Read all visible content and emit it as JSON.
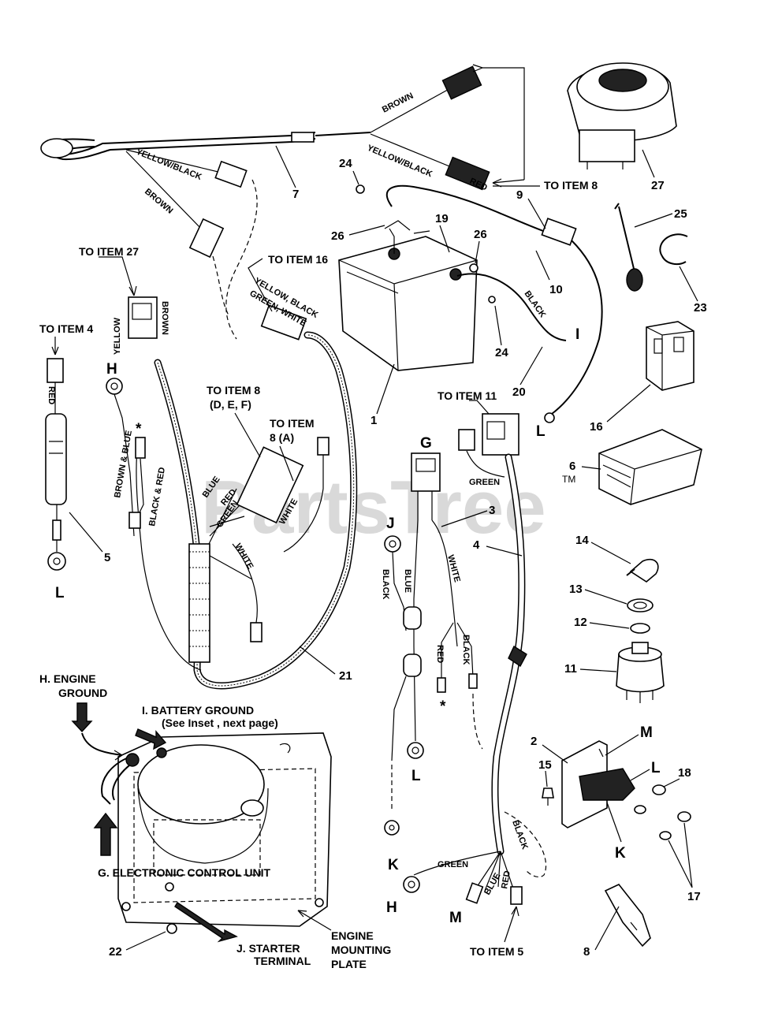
{
  "watermark": "PartsTree",
  "trademark": "TM",
  "callouts": {
    "n1": "1",
    "n2": "2",
    "n3": "3",
    "n4": "4",
    "n5": "5",
    "n6": "6",
    "n7": "7",
    "n8": "8",
    "n9": "9",
    "n10": "10",
    "n11": "11",
    "n12": "12",
    "n13": "13",
    "n14": "14",
    "n15": "15",
    "n16": "16",
    "n17": "17",
    "n18": "18",
    "n19": "19",
    "n20": "20",
    "n21": "21",
    "n22": "22",
    "n23": "23",
    "n24a": "24",
    "n24b": "24",
    "n25": "25",
    "n26a": "26",
    "n26b": "26",
    "n27": "27"
  },
  "letters": {
    "G": "G",
    "H1": "H",
    "H2": "H",
    "I": "I",
    "J": "J",
    "K1": "K",
    "K2": "K",
    "L1": "L",
    "L2": "L",
    "L3": "L",
    "L4": "L",
    "M1": "M",
    "M2": "M",
    "star1": "*",
    "star2": "*"
  },
  "labels": {
    "to_item_8_top": "TO ITEM 8",
    "to_item_27": "TO ITEM 27",
    "to_item_16": "TO ITEM 16",
    "to_item_4": "TO ITEM 4",
    "to_item_8_def": "TO ITEM 8",
    "to_item_8_def_sub": "(D, E, F)",
    "to_item_8_a": "TO ITEM",
    "to_item_8_a_sub": "8 (A)",
    "to_item_11": "TO ITEM 11",
    "to_item_5": "TO ITEM 5",
    "engine_ground_1": "H. ENGINE",
    "engine_ground_2": "GROUND",
    "battery_ground_1": "I.  BATTERY GROUND",
    "battery_ground_2": "(See Inset , next page)",
    "ecu": "G. ELECTRONIC CONTROL UNIT",
    "starter_1": "J.  STARTER",
    "starter_2": "TERMINAL",
    "mount_1": "ENGINE",
    "mount_2": "MOUNTING",
    "mount_3": "PLATE"
  },
  "wires": {
    "brown_top": "BROWN",
    "yellow_black_top": "YELLOW/BLACK",
    "yellow_black_left": "YELLOW/BLACK",
    "brown_left": "BROWN",
    "red_top": "RED",
    "black_batt": "BLACK",
    "yellow_black_green_white_1": "YELLOW, BLACK",
    "yellow_black_green_white_2": "GREEN, WHITE",
    "yellow_27": "YELLOW",
    "brown_27": "BROWN",
    "red_5": "RED",
    "brown_blue": "BROWN & BLUE",
    "black_red": "BLACK & RED",
    "blue_h": "BLUE",
    "red_h": "RED",
    "green_h": "GREEN",
    "white_h1": "WHITE",
    "white_h2": "WHITE",
    "green_11": "GREEN",
    "black_j": "BLACK",
    "blue_j": "BLUE",
    "white_g": "WHITE",
    "red_g": "RED",
    "black_g": "BLACK",
    "green_bot": "GREEN",
    "blue_bot": "BLUE",
    "red_bot": "RED",
    "black_bot": "BLACK"
  }
}
